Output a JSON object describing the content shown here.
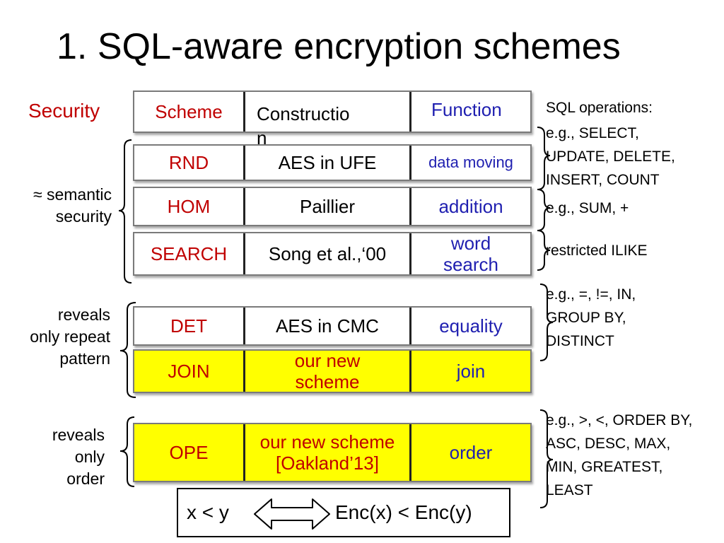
{
  "title": "1. SQL-aware encryption schemes",
  "headers": {
    "security": "Security",
    "scheme": "Scheme",
    "construction": "Constructio\nn",
    "function": "Function",
    "sql_ops": "SQL operations:"
  },
  "rows": [
    {
      "scheme": "RND",
      "construction": "AES in UFE",
      "function": "data moving"
    },
    {
      "scheme": "HOM",
      "construction": "Paillier",
      "function": "addition"
    },
    {
      "scheme": "SEARCH",
      "construction": "Song et al.,‘00",
      "function": "word\nsearch"
    },
    {
      "scheme": "DET",
      "construction": "AES in CMC",
      "function": "equality"
    },
    {
      "scheme": "JOIN",
      "construction": "our new\nscheme",
      "function": "join"
    },
    {
      "scheme": "OPE",
      "construction": "our new scheme\n[Oakland’13]",
      "function": "order"
    }
  ],
  "security_groups": [
    "≈ semantic\nsecurity",
    "reveals\nonly repeat\npattern",
    "reveals\nonly\norder"
  ],
  "sql_operations": [
    "e.g., SELECT,\nUPDATE, DELETE,\nINSERT, COUNT",
    "e.g., SUM, +",
    "restricted ILIKE",
    "e.g., =, !=, IN,\nGROUP BY,\nDISTINCT",
    "e.g., >, <, ORDER BY,\nASC, DESC, MAX,\nMIN, GREATEST,\nLEAST"
  ],
  "equivalence": {
    "left": "x < y",
    "right": "Enc(x) < Enc(y)"
  },
  "colors": {
    "scheme_text": "#c00000",
    "function_text": "#1f1fb0",
    "highlight": "#ffff00"
  }
}
